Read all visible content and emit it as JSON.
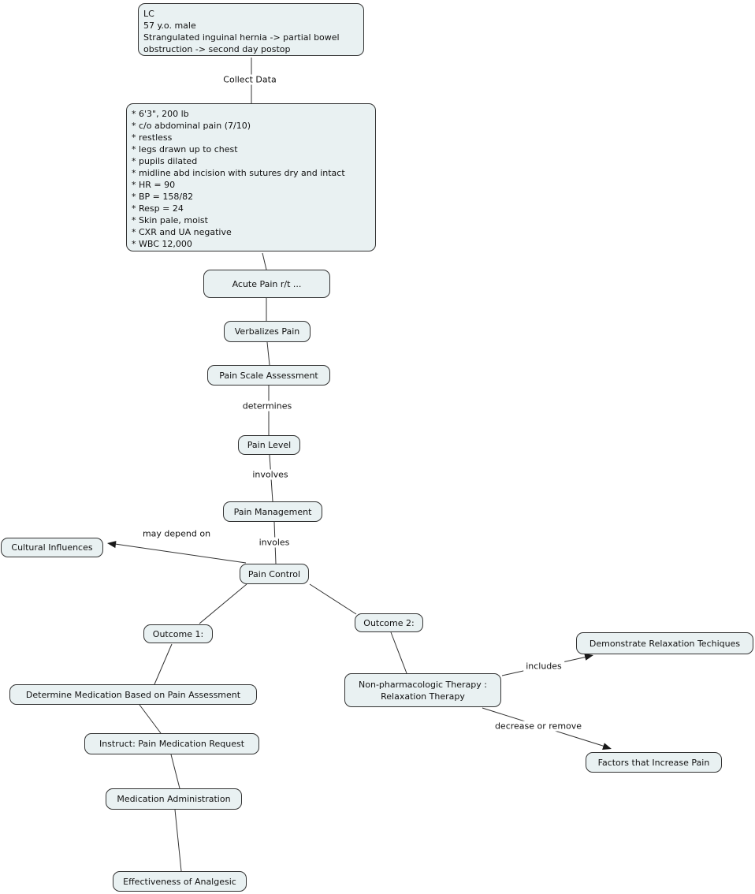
{
  "diagram": {
    "title": "Acute pain nursing concept map",
    "colors": {
      "node_fill": "#e9f1f2",
      "node_border": "#333333",
      "line": "#333333",
      "background": "#ffffff",
      "text": "#111111"
    },
    "nodes": {
      "patient": "LC\n57 y.o. male\nStrangulated inguinal hernia -> partial bowel\nobstruction -> second day postop",
      "assessment_data": "* 6'3\", 200 lb\n* c/o abdominal pain (7/10)\n* restless\n* legs drawn up to chest\n* pupils dilated\n* midline abd incision with sutures dry and intact\n* HR = 90\n* BP = 158/82\n* Resp = 24\n* Skin pale, moist\n* CXR and UA negative\n* WBC 12,000",
      "acute_pain": "Acute Pain r/t ...",
      "verbalizes_pain": "Verbalizes Pain",
      "pain_scale_assessment": "Pain Scale Assessment",
      "pain_level": "Pain Level",
      "pain_management": "Pain Management",
      "cultural_influences": "Cultural Influences",
      "pain_control": "Pain Control",
      "outcome_1": "Outcome 1:",
      "outcome_2": "Outcome 2:",
      "determine_medication": "Determine Medication Based on Pain Assessment",
      "instruct_pain_medication": "Instruct: Pain Medication Request",
      "medication_administration": "Medication Administration",
      "effectiveness_of_analgesic": "Effectiveness of Analgesic",
      "non_pharmacologic_therapy": "Non-pharmacologic Therapy :\nRelaxation Therapy",
      "demonstrate_relaxation": "Demonstrate Relaxation Techiques",
      "factors_increase_pain": "Factors that Increase Pain"
    },
    "link_labels": {
      "collect_data": "Collect Data",
      "determines": "determines",
      "involves": "involves",
      "involes": "involes",
      "may_depend_on": "may depend on",
      "includes": "includes",
      "decrease_or_remove": "decrease or remove"
    }
  }
}
